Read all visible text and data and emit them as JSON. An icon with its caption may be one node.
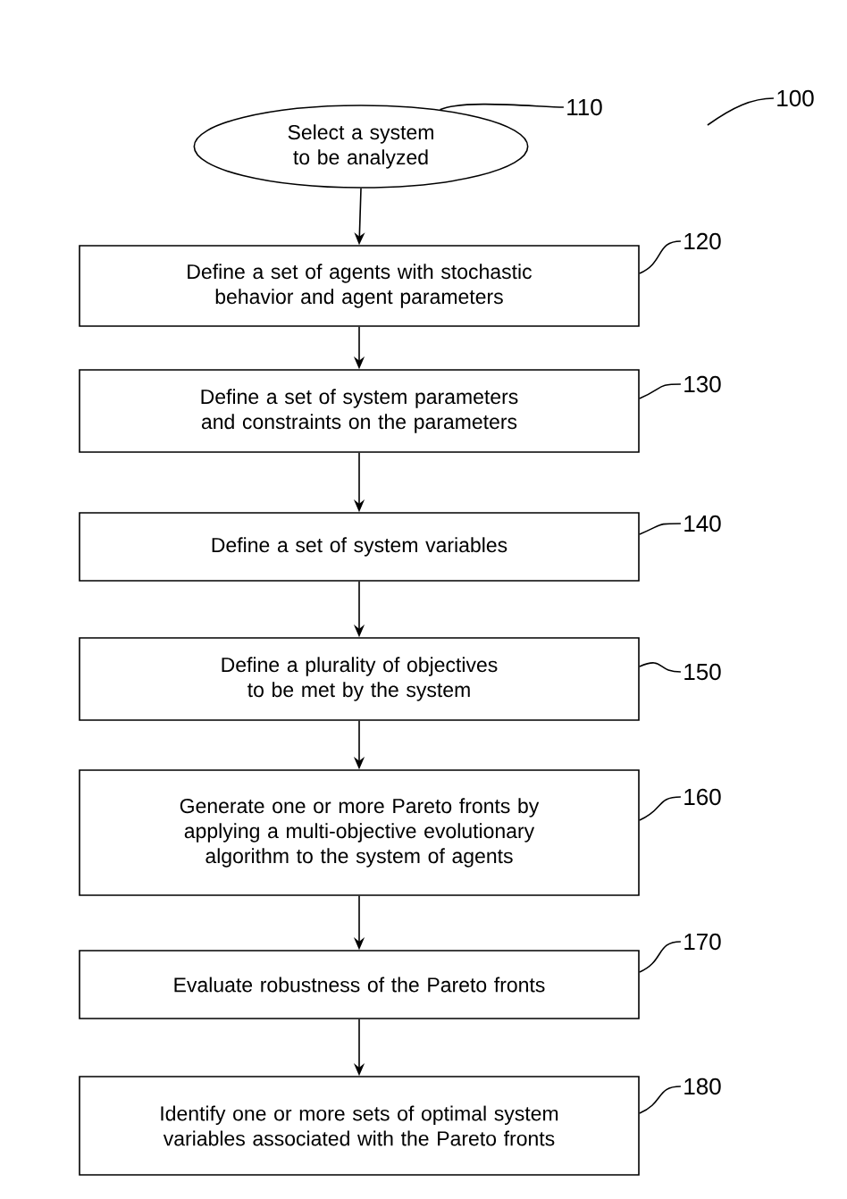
{
  "diagram": {
    "nodes": [
      {
        "text": [
          "Select a system to be analyzed"
        ]
      },
      {
        "text": [
          "Define a set of agents with stochastic behavior and agent parameters"
        ]
      },
      {
        "text": [
          "Define a set of system parameters and constraints on the parameters"
        ]
      },
      {
        "text": [
          "Define a set of system variables"
        ]
      },
      {
        "text": [
          "Define a plurality of objectives to be met by the system"
        ]
      },
      {
        "text": [
          "Generate one or more Pareto fronts by applying a multi-objective evolutionary algorithm to the system of agents"
        ]
      },
      {
        "text": [
          "Evaluate robustness of the Pareto fronts"
        ]
      },
      {
        "text": [
          "Identify one or more sets of optimal system variables associated with the Pareto fronts"
        ]
      },
      {
        "text": [
          "110"
        ]
      },
      {
        "text": [
          "120"
        ]
      },
      {
        "text": [
          "130"
        ]
      },
      {
        "text": [
          "140"
        ]
      },
      {
        "text": [
          "150"
        ]
      },
      {
        "text": [
          "160"
        ]
      },
      {
        "text": [
          "170"
        ]
      },
      {
        "text": [
          "180"
        ]
      },
      {
        "text": [
          "100"
        ]
      }
    ],
    "edges": [
      {
        "from": 0,
        "to": 1,
        "arrow": "to"
      },
      {
        "from": 1,
        "to": 2,
        "arrow": "to"
      },
      {
        "from": 2,
        "to": 3,
        "arrow": "to"
      },
      {
        "from": 3,
        "to": 4,
        "arrow": "to"
      },
      {
        "from": 4,
        "to": 5,
        "arrow": "to"
      },
      {
        "from": 5,
        "to": 6,
        "arrow": "to"
      },
      {
        "from": 6,
        "to": 7,
        "arrow": "to"
      },
      {
        "from": 8,
        "to": 0,
        "arrow": "none"
      },
      {
        "from": 9,
        "to": 1,
        "arrow": "none"
      },
      {
        "from": 10,
        "to": 2,
        "arrow": "none"
      },
      {
        "from": 11,
        "to": 3,
        "arrow": "none"
      },
      {
        "from": 12,
        "to": 4,
        "arrow": "none"
      },
      {
        "from": 13,
        "to": 5,
        "arrow": "none"
      },
      {
        "from": 14,
        "to": 6,
        "arrow": "none"
      },
      {
        "from": 15,
        "to": 7,
        "arrow": "none"
      },
      {
        "from": 16,
        "to": null,
        "arrow": "none"
      }
    ]
  }
}
